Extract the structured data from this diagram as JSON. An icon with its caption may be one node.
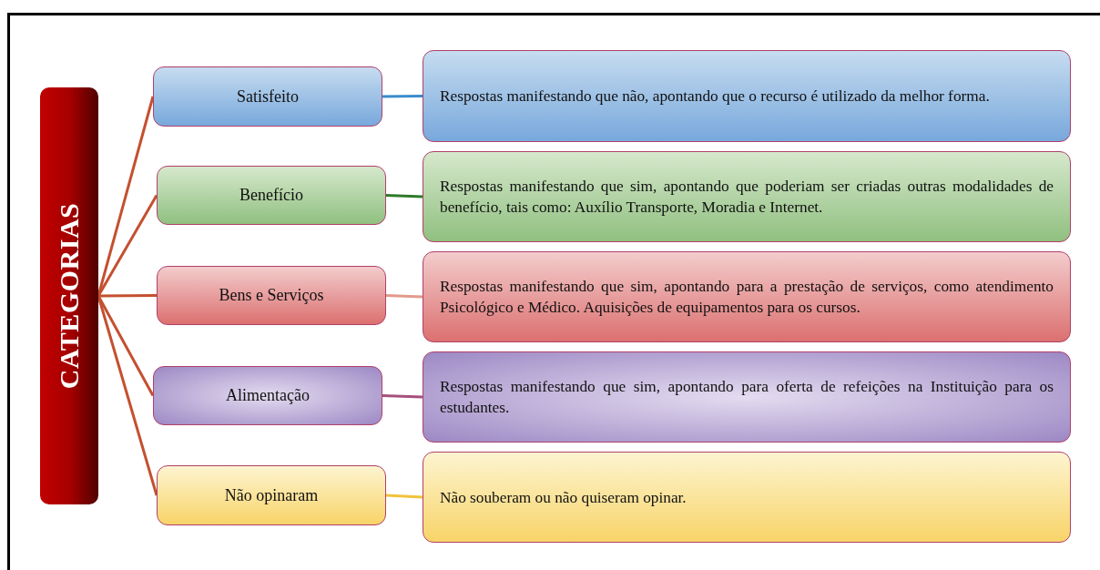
{
  "diagram": {
    "nodes": [
      {
        "text": [
          "CATEGORIAS"
        ]
      },
      {
        "text": [
          "Satisfeito"
        ]
      },
      {
        "text": [
          "Benefício"
        ]
      },
      {
        "text": [
          "Bens e Serviços"
        ]
      },
      {
        "text": [
          "Alimentação"
        ]
      },
      {
        "text": [
          "Não opinaram"
        ]
      },
      {
        "text": [
          "Respostas manifestando que não, apontando que o recurso é utilizado da melhor forma."
        ]
      },
      {
        "text": [
          "Respostas manifestando que sim, apontando que poderiam ser criadas outras modalidades de benefício, tais como: Auxílio Transporte, Moradia e Internet."
        ]
      },
      {
        "text": [
          "Respostas manifestando que sim, apontando para a prestação de serviços, como atendimento Psicológico e Médico. Aquisições de equipamentos para os cursos."
        ]
      },
      {
        "text": [
          "Respostas manifestando que sim, apontando para oferta de refeições na Instituição para os estudantes."
        ]
      },
      {
        "text": [
          "Não souberam ou não quiseram opinar."
        ]
      }
    ],
    "edges": [
      {
        "from": 0,
        "to": 1,
        "arrow": "none",
        "color": "#c4502f"
      },
      {
        "from": 0,
        "to": 2,
        "arrow": "none",
        "color": "#c4502f"
      },
      {
        "from": 0,
        "to": 3,
        "arrow": "none",
        "color": "#c4502f"
      },
      {
        "from": 0,
        "to": 4,
        "arrow": "none",
        "color": "#c4502f"
      },
      {
        "from": 0,
        "to": 5,
        "arrow": "none",
        "color": "#c4502f"
      },
      {
        "from": 1,
        "to": 6,
        "arrow": "none",
        "color": "#3a8ccc"
      },
      {
        "from": 2,
        "to": 7,
        "arrow": "none",
        "color": "#2f7a2a"
      },
      {
        "from": 3,
        "to": 8,
        "arrow": "none",
        "color": "#e39a8c"
      },
      {
        "from": 4,
        "to": 9,
        "arrow": "none",
        "color": "#a5507c"
      },
      {
        "from": 5,
        "to": 10,
        "arrow": "none",
        "color": "#f0c23c"
      }
    ]
  }
}
